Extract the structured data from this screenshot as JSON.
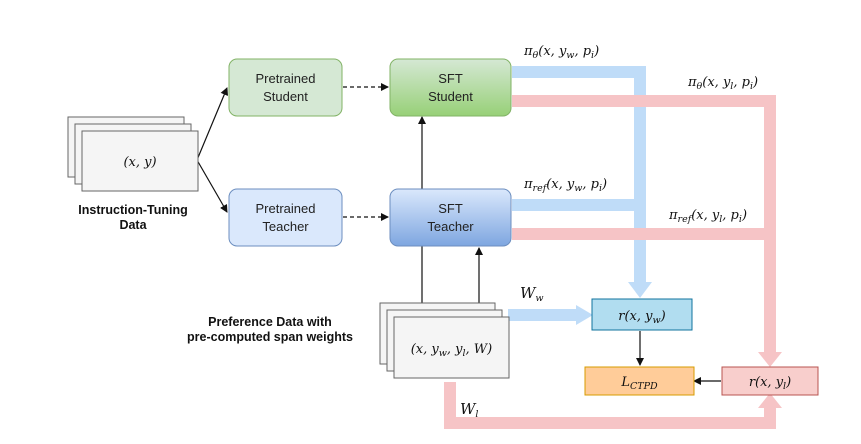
{
  "nodes": {
    "pretrained_student": {
      "line1": "Pretrained",
      "line2": "Student"
    },
    "sft_student": {
      "line1": "SFT",
      "line2": "Student"
    },
    "pretrained_teacher": {
      "line1": "Pretrained",
      "line2": "Teacher"
    },
    "sft_teacher": {
      "line1": "SFT",
      "line2": "Teacher"
    },
    "instruction_data": {
      "math": "(x, y)",
      "caption1": "Instruction-Tuning",
      "caption2": "Data"
    },
    "preference_data": {
      "math": "(x, y_w, y_l, W)",
      "caption1": "Preference Data with",
      "caption2": "pre-computed span weights"
    },
    "reward_w": {
      "math": "r(x, y_w)"
    },
    "reward_l": {
      "math": "r(x, y_l)"
    },
    "loss": {
      "math": "L_CTPD"
    }
  },
  "edge_labels": {
    "pi_theta_w": "π_θ(x, y_w, p_i)",
    "pi_theta_l": "π_θ(x, y_l, p_i)",
    "pi_ref_w": "π_ref(x, y_w, p_i)",
    "pi_ref_l": "π_ref(x, y_l, p_i)",
    "weight_w": "W_w",
    "weight_l": "W_l"
  },
  "colors": {
    "green_fill": "#d5e8d4",
    "green_stroke": "#82b366",
    "blue_fill": "#dae8fc",
    "blue_stroke": "#6c8ebf",
    "cyan_fill": "#b1ddf0",
    "cyan_stroke": "#10739e",
    "orange_fill": "#ffcc99",
    "orange_stroke": "#d79b00",
    "pink_fill": "#f8cecc",
    "pink_stroke": "#b85450",
    "blue_flow": "#bfdcf8",
    "pink_flow": "#f6c4c6"
  }
}
